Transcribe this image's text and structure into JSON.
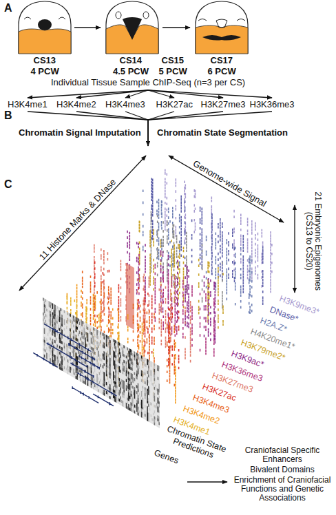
{
  "diagram": {
    "labels": [
      "A",
      "CS13",
      "4 PCW",
      "CS14",
      "4.5 PCW",
      "CS15",
      "5 PCW",
      "CS17",
      "6 PCW",
      "Individual Tissue Sample ChIP-Seq (n=3 per CS)",
      "H3K4me1",
      "H3K4me2",
      "H3K4me3",
      "H3K27ac",
      "H3K27me3",
      "H3K36me3",
      "B",
      "Chromatin Signal Imputation",
      "Chromatin State Segmentation",
      "C",
      "11 Histone Marks & DNase",
      "Genome-wide Signal",
      "21 Embryonic Epigenomes (CS13 to CS20)",
      "H3K9me3*",
      "DNase*",
      "H2A.Z*",
      "H4K20me1*",
      "H3K79me2*",
      "H3K9ac*",
      "H3K36me3",
      "H3K27me3",
      "H3K27ac",
      "H3K4me3",
      "H3K4me2",
      "H3K4me1",
      "Chromatin State Predictions",
      "Genes",
      "Craniofacial Specific Enhancers",
      "Bivalent Domains",
      "Enrichment of Craniofacial Functions and Genetic Associations"
    ]
  }
}
